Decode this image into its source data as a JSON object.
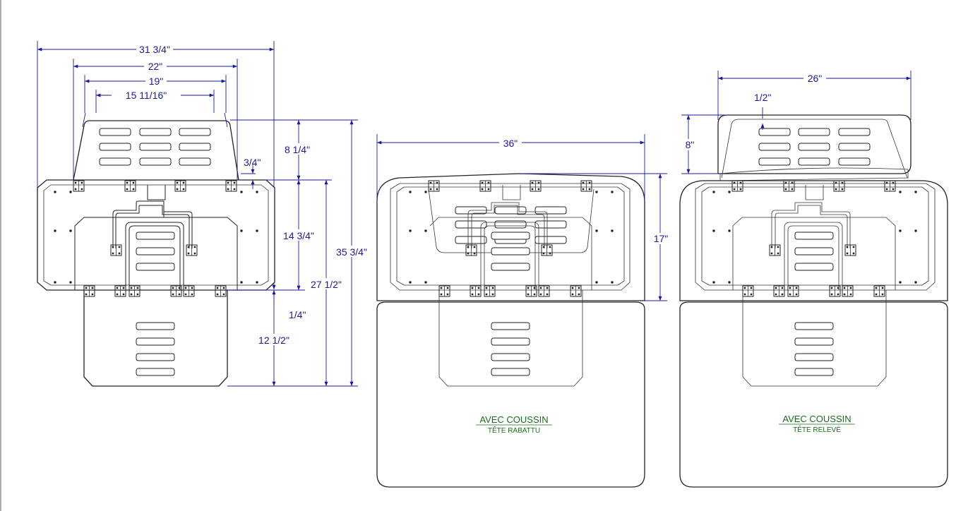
{
  "colors": {
    "dimension": "#1a1aa0",
    "label": "#1d6b1d",
    "outline": "#222222"
  },
  "dimensions": {
    "d1": "31 3/4\"",
    "d2": "22\"",
    "d3": "19\"",
    "d4": "15 11/16\"",
    "d5": "8 1/4\"",
    "d6": "3/4\"",
    "d7": "14 3/4\"",
    "d8": "35 3/4\"",
    "d9": "27 1/2\"",
    "d10": "1/4\"",
    "d11": "12 1/2\"",
    "d12": "36\"",
    "d13": "17\"",
    "d14": "26\"",
    "d15": "1/2\"",
    "d16": "8\""
  },
  "labels": {
    "folded_title": "AVEC COUSSIN",
    "folded_sub": "TÊTE RABATTU",
    "raised_title": "AVEC COUSSIN",
    "raised_sub": "TÊTE RELEVÉ"
  }
}
